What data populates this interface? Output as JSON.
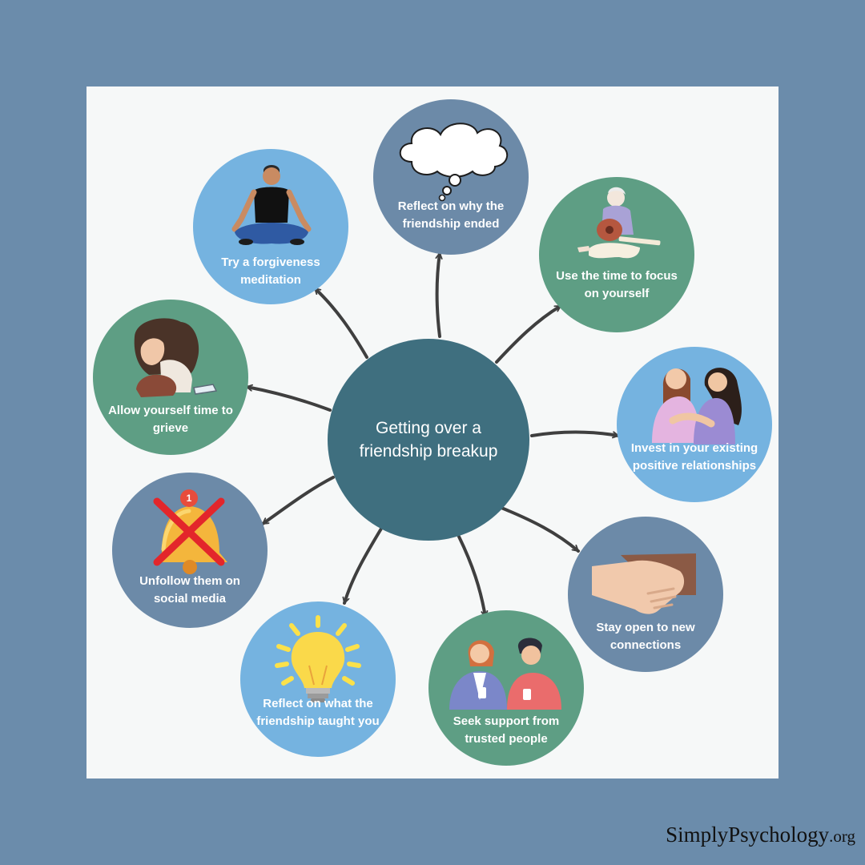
{
  "diagram": {
    "center_title": "Getting over a friendship breakup",
    "nodes": [
      {
        "label": "Reflect on why the friendship ended",
        "icon": "thought-cloud-icon",
        "color": "#6c8aa8"
      },
      {
        "label": "Use the time to focus on yourself",
        "icon": "person-playing-guitar-illustration",
        "color": "#5e9e84"
      },
      {
        "label": "Invest in your existing positive relationships",
        "icon": "two-friends-hugging-illustration",
        "color": "#75b3e0"
      },
      {
        "label": "Stay open to new connections",
        "icon": "handshake-icon",
        "color": "#6c8aa8"
      },
      {
        "label": "Seek support from trusted people",
        "icon": "two-people-talking-illustration",
        "color": "#5e9e84"
      },
      {
        "label": "Reflect on what the friendship taught you",
        "icon": "lightbulb-icon",
        "color": "#75b3e0"
      },
      {
        "label": "Unfollow them on social media",
        "icon": "crossed-out-notification-bell-icon",
        "color": "#6c8aa8"
      },
      {
        "label": "Allow yourself time to grieve",
        "icon": "sad-person-illustration",
        "color": "#5e9e84"
      },
      {
        "label": "Try a forgiveness meditation",
        "icon": "meditating-person-illustration",
        "color": "#75b3e0"
      }
    ],
    "notification_badge": "1"
  },
  "brand": {
    "name": "SimplyPsychology",
    "tld": ".org"
  },
  "colors": {
    "background": "#6b8cab",
    "panel": "#f6f8f8",
    "center": "#3f6f7f",
    "arrow": "#3f3f3f"
  }
}
